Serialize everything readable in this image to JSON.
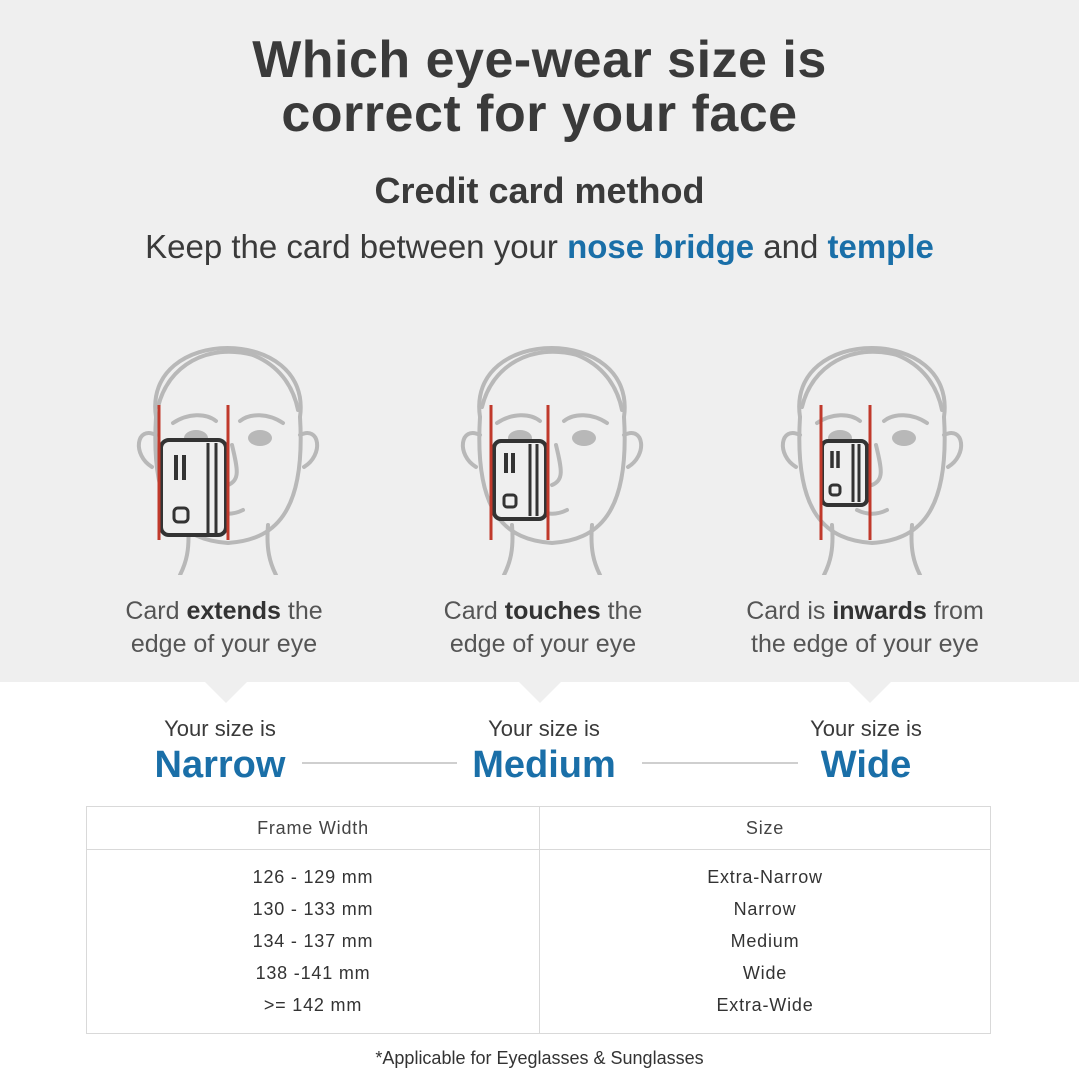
{
  "header": {
    "title_line1": "Which eye-wear size is",
    "title_line2": "correct for your face",
    "method_title": "Credit card method",
    "instruction": {
      "prefix": "Keep the card between your ",
      "highlight1": "nose bridge",
      "middle": " and ",
      "highlight2": "temple"
    }
  },
  "colors": {
    "accent": "#1a6fa8",
    "guide_line": "#c0392b",
    "panel_background": "#efefef",
    "text": "#3a3a3a"
  },
  "illustrations": [
    {
      "icon": "face-with-credit-card-icon",
      "caption_pre": "Card ",
      "caption_bold": "extends",
      "caption_post": " the",
      "caption_line2": "edge of your eye",
      "result_pre": "Your size is",
      "result": "Narrow"
    },
    {
      "icon": "face-with-credit-card-icon",
      "caption_pre": "Card ",
      "caption_bold": "touches",
      "caption_post": " the",
      "caption_line2": "edge of your eye",
      "result_pre": "Your size is",
      "result": "Medium"
    },
    {
      "icon": "face-with-credit-card-icon",
      "caption_pre": "Card is ",
      "caption_bold": "inwards",
      "caption_post": " from",
      "caption_line2": "the edge of your eye",
      "result_pre": "Your size is",
      "result": "Wide"
    }
  ],
  "table": {
    "headers": [
      "Frame Width",
      "Size"
    ],
    "rows": [
      [
        "126 - 129 mm",
        "Extra-Narrow"
      ],
      [
        "130 - 133 mm",
        "Narrow"
      ],
      [
        "134 - 137 mm",
        "Medium"
      ],
      [
        "138 -141 mm",
        "Wide"
      ],
      [
        ">= 142 mm",
        "Extra-Wide"
      ]
    ]
  },
  "footnote": "*Applicable for Eyeglasses & Sunglasses"
}
